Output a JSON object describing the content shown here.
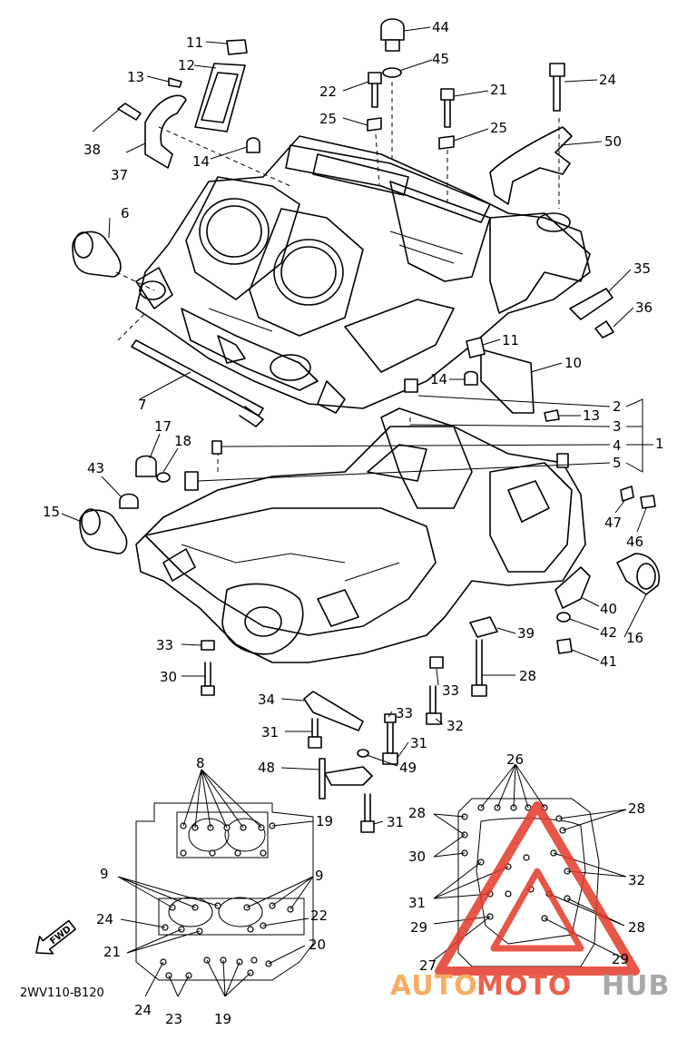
{
  "diagram_code": "2WV110-B120",
  "front_marker": "FWD",
  "watermark": {
    "part_a": "AUTO",
    "part_b": "MOTO",
    "part_c": "HUB",
    "color_a": "#f5a04a",
    "color_b": "#e8452f",
    "color_c": "#9a9a9a",
    "triangle_color": "#e23a2a"
  },
  "callouts": {
    "c11a": "11",
    "c12": "12",
    "c13a": "13",
    "c38": "38",
    "c37": "37",
    "c14a": "14",
    "c6": "6",
    "c44": "44",
    "c45": "45",
    "c22a": "22",
    "c25a": "25",
    "c21a": "21",
    "c25b": "25",
    "c24a": "24",
    "c50": "50",
    "c35": "35",
    "c36": "36",
    "c11b": "11",
    "c10": "10",
    "c14b": "14",
    "c7": "7",
    "c2": "2",
    "c13b": "13",
    "c3": "3",
    "c4": "4",
    "c1": "1",
    "c5": "5",
    "c17": "17",
    "c18": "18",
    "c43": "43",
    "c15": "15",
    "c47": "47",
    "c46": "46",
    "c40": "40",
    "c42": "42",
    "c16": "16",
    "c41": "41",
    "c39": "39",
    "c33a": "33",
    "c30a": "30",
    "c28a": "28",
    "c33b": "33",
    "c34": "34",
    "c33c": "33",
    "c32a": "32",
    "c31a": "31",
    "c31b": "31",
    "c48": "48",
    "c49": "49",
    "c31c": "31",
    "c8": "8",
    "c19a": "19",
    "c9a": "9",
    "c9b": "9",
    "c24b": "24",
    "c22b": "22",
    "c21b": "21",
    "c20": "20",
    "c24c": "24",
    "c23": "23",
    "c19b": "19",
    "c26": "26",
    "c28b": "28",
    "c28c": "28",
    "c30b": "30",
    "c32b": "32",
    "c31d": "31",
    "c29a": "29",
    "c28d": "28",
    "c27": "27",
    "c29b": "29"
  }
}
